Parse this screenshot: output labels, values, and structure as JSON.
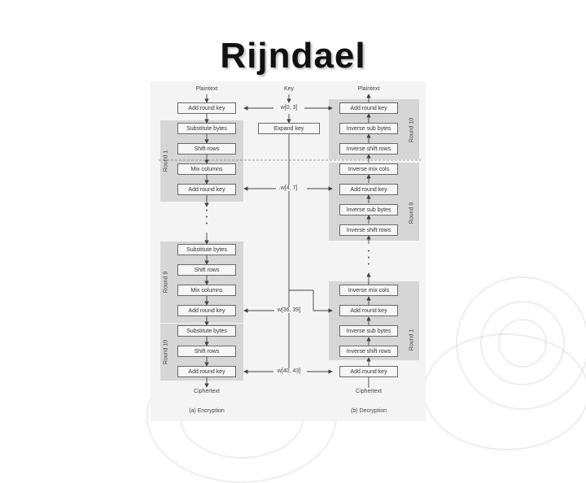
{
  "slide": {
    "title": "Rijndael"
  },
  "encryption": {
    "input": "Plaintext",
    "output": "Ciphertext",
    "caption": "(a) Encryption",
    "round_first": "Round 1",
    "round_mid": "Round 9",
    "round_last": "Round 10",
    "blocks": {
      "add_initial": "Add round key",
      "r1_sub": "Substitute bytes",
      "r1_shift": "Shift rows",
      "r1_mix": "Mix columns",
      "r1_add": "Add round key",
      "r9_sub": "Substitute bytes",
      "r9_shift": "Shift rows",
      "r9_mix": "Mix columns",
      "r9_add": "Add round key",
      "r10_sub": "Substitute bytes",
      "r10_shift": "Shift rows",
      "r10_add": "Add round key"
    }
  },
  "key_schedule": {
    "input": "Key",
    "expand": "Expand key",
    "w0": "w[0, 3]",
    "w1": "w[4, 7]",
    "w9": "w[36, 39]",
    "w10": "w[40, 43]"
  },
  "decryption": {
    "input": "Ciphertext",
    "output": "Plaintext",
    "caption": "(b) Decryption",
    "round_first": "Round 10",
    "round_mid": "Round 9",
    "round_last": "Round 1",
    "blocks": {
      "add_initial": "Add round key",
      "r10_sub": "Inverse sub bytes",
      "r10_shift": "Inverse shift rows",
      "r9_mix": "Inverse mix cols",
      "r9_add": "Add round key",
      "r9_sub": "Inverse sub bytes",
      "r9_shift": "Inverse shift rows",
      "r1_mix": "Inverse mix cols",
      "r1_add": "Add round key",
      "r1_sub": "Inverse sub bytes",
      "r1_shift": "Inverse shift rows",
      "add_final": "Add round key"
    }
  },
  "colors": {
    "round_panel": "#d6d6d6",
    "line": "#444444",
    "block_border": "#6a6a6a"
  }
}
